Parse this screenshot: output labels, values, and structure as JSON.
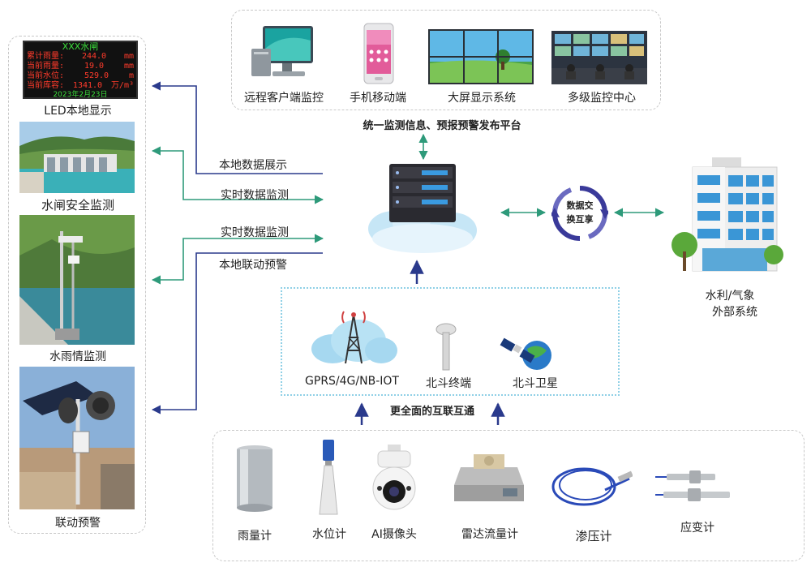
{
  "platform": {
    "title": "统一监测信息、预报预警发布平台",
    "items": [
      {
        "label": "远程客户端监控",
        "icon": "desktop-monitor-icon"
      },
      {
        "label": "手机移动端",
        "icon": "mobile-phone-icon"
      },
      {
        "label": "大屏显示系统",
        "icon": "video-wall-icon"
      },
      {
        "label": "多级监控中心",
        "icon": "control-room-icon"
      }
    ]
  },
  "left_panel": [
    {
      "label": "LED本地显示"
    },
    {
      "label": "水闸安全监测"
    },
    {
      "label": "水雨情监测"
    },
    {
      "label": "联动预警"
    }
  ],
  "led": {
    "title": "XXX水闸",
    "rows": [
      {
        "name": "累计雨量:",
        "value": "244.0",
        "unit": "mm"
      },
      {
        "name": "当前雨量:",
        "value": "19.0",
        "unit": "mm"
      },
      {
        "name": "当前水位:",
        "value": "529.0",
        "unit": "m"
      },
      {
        "name": "当前库容:",
        "value": "1341.0",
        "unit": "万/m³"
      }
    ],
    "date": "2023年2月23日"
  },
  "flows": [
    {
      "label": "本地数据展示"
    },
    {
      "label": "实时数据监测"
    },
    {
      "label": "实时数据监测"
    },
    {
      "label": "本地联动预警"
    }
  ],
  "exchange": {
    "line1": "数据交",
    "line2": "换互享"
  },
  "external": {
    "line1": "水利/气象",
    "line2": "外部系统"
  },
  "network": {
    "title": "更全面的互联互通",
    "items": [
      {
        "label": "GPRS/4G/NB-IOT",
        "icon": "cell-tower-icon"
      },
      {
        "label": "北斗终端",
        "icon": "beidou-antenna-icon"
      },
      {
        "label": "北斗卫星",
        "icon": "satellite-icon"
      }
    ]
  },
  "sensors": [
    {
      "label": "雨量计",
      "icon": "rain-gauge-icon"
    },
    {
      "label": "水位计",
      "icon": "water-level-meter-icon"
    },
    {
      "label": "AI摄像头",
      "icon": "ai-camera-icon"
    },
    {
      "label": "雷达流量计",
      "icon": "radar-flowmeter-icon"
    },
    {
      "label": "渗压计",
      "icon": "piezometer-icon"
    },
    {
      "label": "应变计",
      "icon": "strain-gauge-icon"
    }
  ],
  "colors": {
    "arrow_green": "#2e9a7a",
    "arrow_navy": "#2a3a8c",
    "exchange": "#3a3a9a",
    "dotted": "#8fd0e6"
  }
}
